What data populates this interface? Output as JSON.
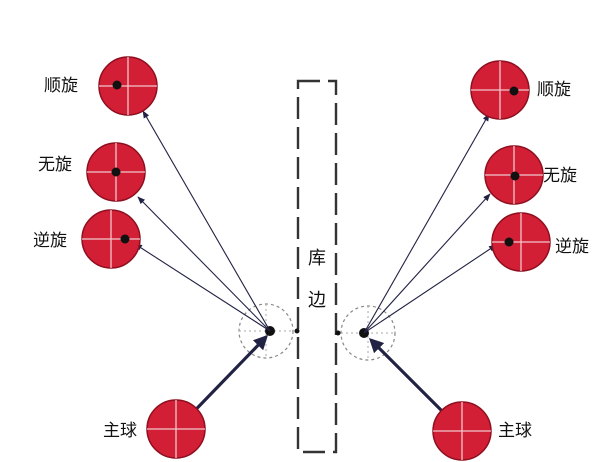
{
  "cushion": {
    "chars": [
      "库",
      "边"
    ]
  },
  "left": {
    "labels": {
      "top": "顺旋",
      "middle": "无旋",
      "bottom": "逆旋",
      "cue": "主球"
    }
  },
  "right": {
    "labels": {
      "top": "顺旋",
      "middle": "无旋",
      "bottom": "逆旋",
      "cue": "主球"
    }
  },
  "colors": {
    "ball_fill": "#d31f35",
    "ball_edge": "#8e0f1f",
    "ball_cross": "#f2c6cc",
    "spin_dot": "#111111",
    "arrow": "#222244",
    "cushion": "#333333"
  },
  "spin_positions": {
    "top": "front",
    "middle": "center",
    "bottom": "back"
  }
}
